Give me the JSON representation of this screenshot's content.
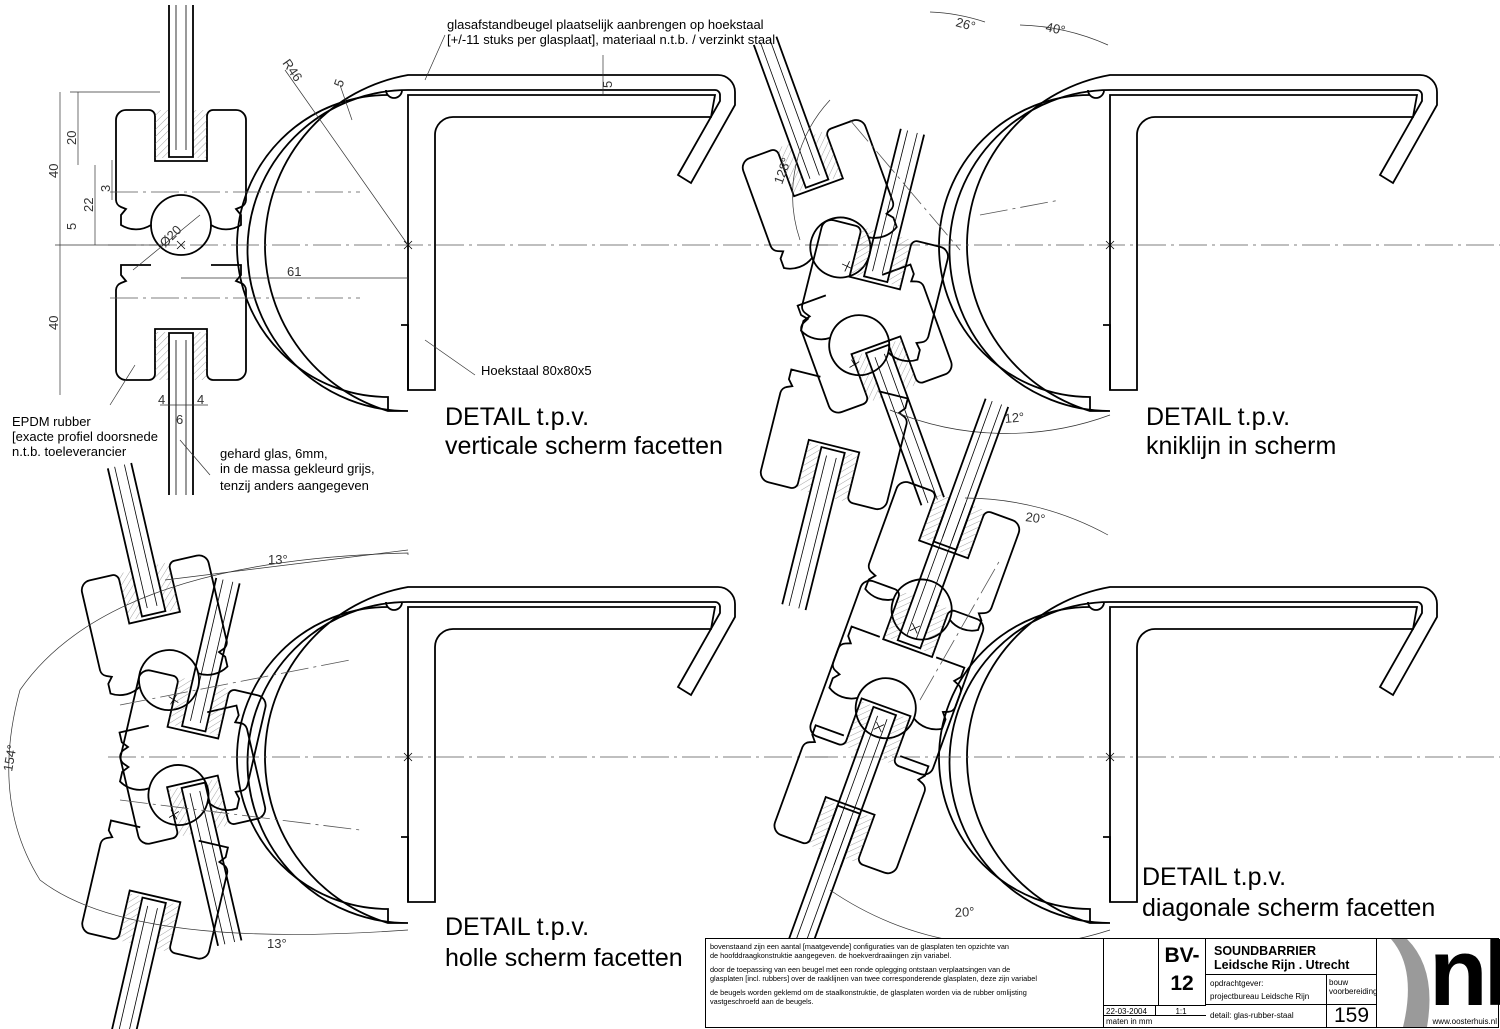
{
  "details": [
    {
      "title_line1": "DETAIL t.p.v.",
      "title_line2": "verticale scherm facetten"
    },
    {
      "title_line1": "DETAIL t.p.v.",
      "title_line2": "kniklijn in scherm"
    },
    {
      "title_line1": "DETAIL t.p.v.",
      "title_line2": "holle scherm facetten"
    },
    {
      "title_line1": "DETAIL t.p.v.",
      "title_line2": "diagonale scherm facetten"
    }
  ],
  "annotations": {
    "bracket_line1": "glasafstandbeugel plaatselijk aanbrengen op hoekstaal",
    "bracket_line2": "[+/-11 stuks per glasplaat], materiaal n.t.b. / verzinkt staal",
    "angle_steel": "Hoekstaal 80x80x5",
    "epdm_line1": "EPDM rubber",
    "epdm_line2": "[exacte profiel doorsnede",
    "epdm_line3": "n.t.b. toeleverancier",
    "glass_line1": "gehard glas, 6mm,",
    "glass_line2": "in de massa gekleurd grijs,",
    "glass_line3": "tenzij anders aangegeven"
  },
  "dimensions": {
    "d20": "20",
    "d40a": "40",
    "d22": "22",
    "d3": "3",
    "d5a": "5",
    "d40b": "40",
    "dia20": "Ø20",
    "d61": "61",
    "r46": "R46",
    "d5b": "5",
    "d5c": "5",
    "d4a": "4",
    "d4b": "4",
    "d6": "6",
    "a26": "26°",
    "a40": "40°",
    "a128": "128°",
    "a12": "12°",
    "a13a": "13°",
    "a13b": "13°",
    "a154": "154°",
    "a20a": "20°",
    "a20b": "20°"
  },
  "titleblock": {
    "note1_line1": "bovenstaand zijn een aantal [maatgevende] configuraties van de glasplaten ten opzichte van",
    "note1_line2": "de hoofddraagkonstruktie aangegeven. de hoekverdraaiingen zijn variabel.",
    "note2_line1": "door de toepassing van een beugel met een ronde oplegging ontstaan verplaatsingen van de",
    "note2_line2": "glasplaten [incl. rubbers] over de raaklijnen van twee corresponderende glasplaten, deze zijn variabel",
    "note3_line1": "de beugels worden geklemd om de staalkonstruktie, de glasplaten worden via de rubber omlijsting",
    "note3_line2": "vastgeschroefd aan de beugels.",
    "date": "22-03-2004",
    "scale": "1:1",
    "units": "maten in mm",
    "code_line1": "BV-",
    "code_line2": "12",
    "project_line1": "SOUNDBARRIER",
    "project_line2": "Leidsche Rijn . Utrecht",
    "client_label": "opdrachtgever:",
    "client": "projectbureau Leidsche Rijn",
    "phase_line1": "bouw",
    "phase_line2": "voorbereiding",
    "detail": "detail: glas-rubber-staal",
    "sheet": "159",
    "logo": "nl",
    "website": "www.oosterhuis.nl"
  }
}
